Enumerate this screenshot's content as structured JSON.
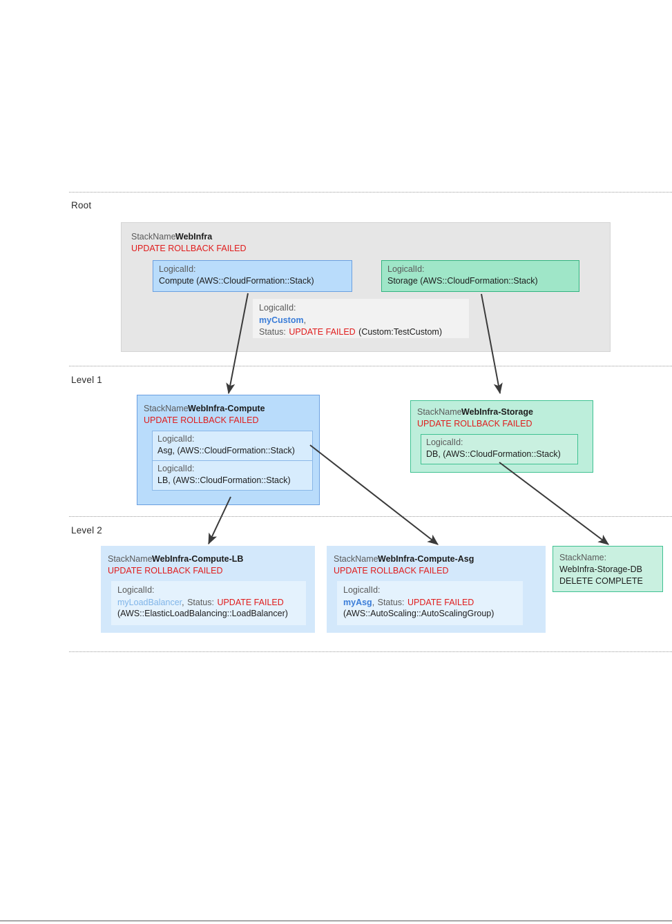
{
  "lanes": [
    {
      "label": "Root"
    },
    {
      "label": "Level 1"
    },
    {
      "label": "Level 2"
    }
  ],
  "colors": {
    "root_bg": "#e6e6e6",
    "blue_fill": "#b9dcfb",
    "blue_border": "#6a9fe0",
    "green_fill": "#9fe6c8",
    "green_border": "#31b37f",
    "failed_text": "#e01b1b",
    "logical_id_text": "#3b7dd8",
    "label_text": "#5a5a5a"
  },
  "root_stack": {
    "stackname_label": "StackName:",
    "stackname_value": "WebInfra",
    "status": "UPDATE ROLLBACK FAILED",
    "resources": [
      {
        "logicalid_label": "LogicalId:",
        "value": "Compute (AWS::CloudFormation::Stack)",
        "kind": "blue-stack"
      },
      {
        "logicalid_label": "LogicalId:",
        "value": "Storage (AWS::CloudFormation::Stack)",
        "kind": "green-stack"
      },
      {
        "logicalid_label": "LogicalId:",
        "logical_id": "myCustom",
        "comma": ",",
        "status_label": "Status:",
        "status": "UPDATE FAILED",
        "type": "(Custom:TestCustom)",
        "kind": "custom-resource"
      }
    ]
  },
  "level1_stacks": [
    {
      "stackname_label": "StackName:",
      "stackname_value": "WebInfra-Compute",
      "status": "UPDATE ROLLBACK FAILED",
      "resources": [
        {
          "logicalid_label": "LogicalId:",
          "value": "Asg, (AWS::CloudFormation::Stack)"
        },
        {
          "logicalid_label": "LogicalId:",
          "value": "LB,  (AWS::CloudFormation::Stack)"
        }
      ]
    },
    {
      "stackname_label": "StackName:",
      "stackname_value": "WebInfra-Storage",
      "status": "UPDATE ROLLBACK FAILED",
      "resources": [
        {
          "logicalid_label": "LogicalId:",
          "value": "DB, (AWS::CloudFormation::Stack)"
        }
      ]
    }
  ],
  "level2_stacks": [
    {
      "stackname_label": "StackName:",
      "stackname_value": "WebInfra-Compute-LB",
      "status": "UPDATE ROLLBACK FAILED",
      "resource": {
        "logicalid_label": "LogicalId:",
        "logical_id": "myLoadBalancer",
        "comma": ",",
        "status_label": "Status:",
        "status": "UPDATE FAILED",
        "type": "(AWS::ElasticLoadBalancing::LoadBalancer)"
      }
    },
    {
      "stackname_label": "StackName:",
      "stackname_value": "WebInfra-Compute-Asg",
      "status": "UPDATE ROLLBACK FAILED",
      "resource": {
        "logicalid_label": "LogicalId:",
        "logical_id": "myAsg",
        "comma": ",",
        "status_label": "Status:",
        "status": "UPDATE FAILED",
        "type": "(AWS::AutoScaling::AutoScalingGroup)"
      }
    },
    {
      "stackname_label": "StackName:",
      "stackname_value": "WebInfra-Storage-DB",
      "status": "DELETE COMPLETE"
    }
  ]
}
